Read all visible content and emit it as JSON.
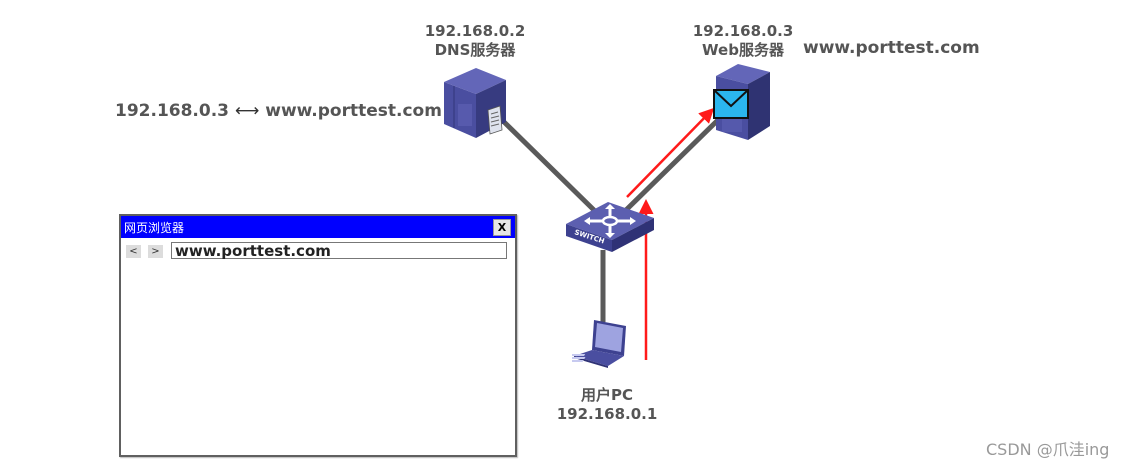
{
  "dns_server": {
    "ip": "192.168.0.2",
    "name": "DNS服务器",
    "icon": "dns-server-icon"
  },
  "web_server": {
    "ip": "192.168.0.3",
    "name": "Web服务器",
    "domain": "www.porttest.com",
    "icon": "web-server-icon",
    "badge_icon": "envelope-icon"
  },
  "dns_mapping": {
    "ip": "192.168.0.3",
    "arrow": "⟷",
    "domain": "www.porttest.com"
  },
  "switch": {
    "label": "SWITCH",
    "icon": "switch-icon"
  },
  "user_pc": {
    "name": "用户PC",
    "ip": "192.168.0.1",
    "icon": "laptop-icon"
  },
  "browser": {
    "title": "网页浏览器",
    "close_label": "X",
    "back_label": "<",
    "forward_label": ">",
    "address": "www.porttest.com"
  },
  "colors": {
    "link": "#5a5a5a",
    "request_arrow": "#ff1a1a",
    "device_blue": "#3f438f",
    "titlebar": "#0000ff"
  },
  "watermark": "CSDN @爪洼ing"
}
